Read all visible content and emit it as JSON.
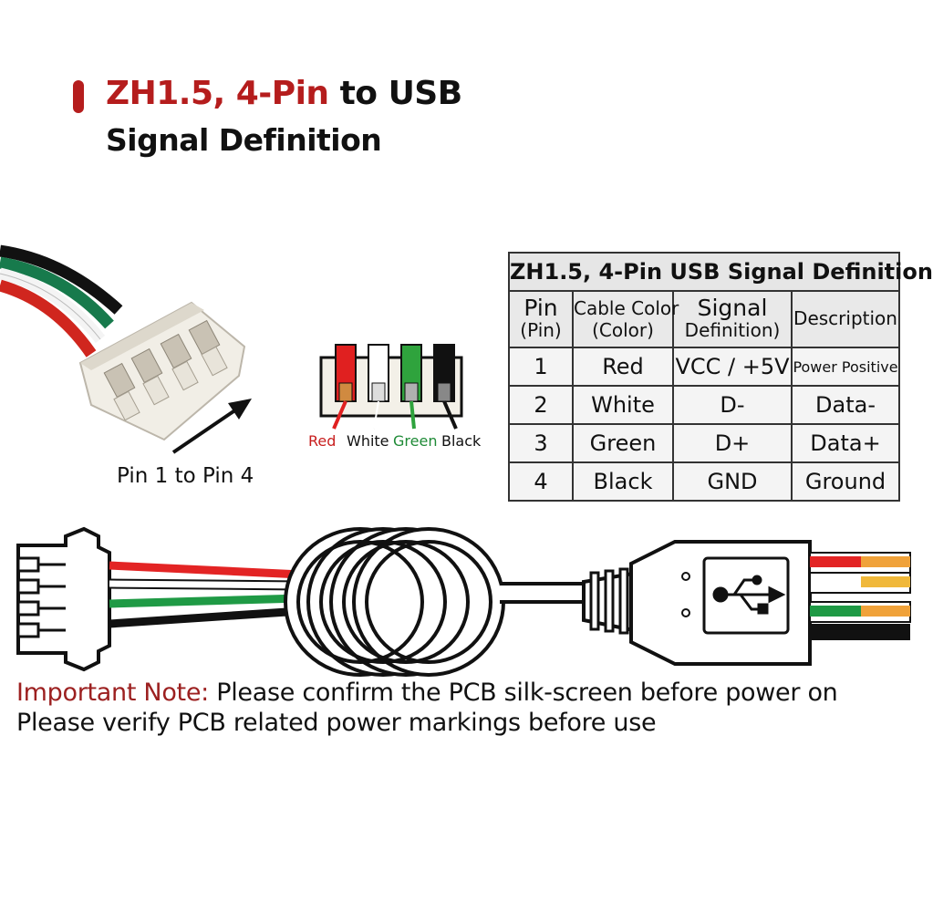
{
  "header": {
    "title_red": "ZH1.5, 4-Pin",
    "title_black": " to USB",
    "subtitle": "Signal Definition",
    "accent_color": "#b51d1d"
  },
  "connector": {
    "pin_caption": "Pin 1 to Pin 4",
    "wire_labels": [
      {
        "text": "Red",
        "color": "#c81e1e"
      },
      {
        "text": "White",
        "color": "#111111"
      },
      {
        "text": "Green",
        "color": "#1e8a36"
      },
      {
        "text": "Black",
        "color": "#111111"
      }
    ]
  },
  "table": {
    "title": "ZH1.5, 4-Pin USB Signal Definition",
    "headers": [
      {
        "main": "Pin",
        "sub": "(Pin)"
      },
      {
        "main": "Cable Color",
        "sub": "(Color)"
      },
      {
        "main": "Signal",
        "sub": "Definition)"
      },
      {
        "main": "Description",
        "sub": ""
      }
    ],
    "rows": [
      {
        "pin": "1",
        "color": "Red",
        "signal": "VCC / +5V",
        "desc": "Power Positive"
      },
      {
        "pin": "2",
        "color": "White",
        "signal": "D-",
        "desc": "Data-"
      },
      {
        "pin": "3",
        "color": "Green",
        "signal": "D+",
        "desc": "Data+"
      },
      {
        "pin": "4",
        "color": "Black",
        "signal": "GND",
        "desc": "Ground"
      }
    ]
  },
  "note": {
    "label": "Important Note:",
    "line1": " Please confirm the PCB silk-screen before power on",
    "line2": "Please verify PCB related power markings before use"
  },
  "icons": [
    "connector-photo",
    "pinout-icon",
    "usb-icon",
    "arrow-icon"
  ]
}
